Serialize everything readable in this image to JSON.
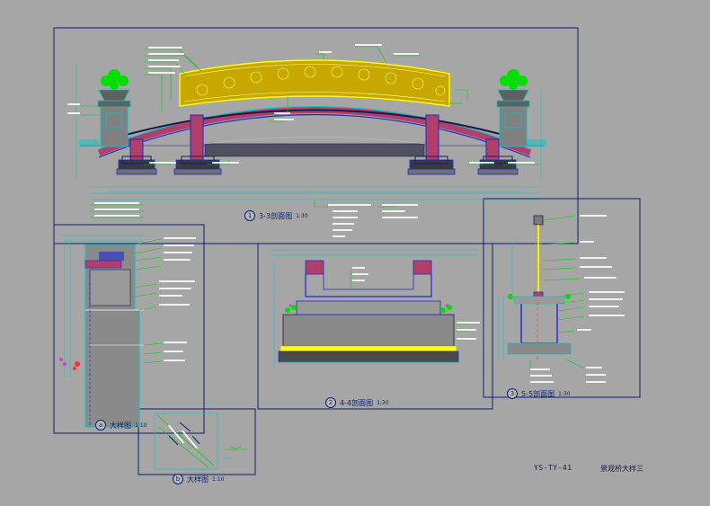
{
  "drawing": {
    "sheet_code": "YS-TY-41",
    "sheet_title": "景观桥大样三"
  },
  "views": [
    {
      "id": "v1",
      "number": "1",
      "title": "3-3剖面图",
      "scale": "1:30"
    },
    {
      "id": "v2",
      "number": "2",
      "title": "4-4剖面图",
      "scale": "1:30"
    },
    {
      "id": "v3",
      "number": "3",
      "title": "5-5剖面图",
      "scale": "1:30"
    },
    {
      "id": "v4",
      "number": "a",
      "title": "大样图",
      "scale": "1:10"
    },
    {
      "id": "v5",
      "number": "b",
      "title": "大样图",
      "scale": "1:10"
    }
  ],
  "colors": {
    "background": "#a6a6a6",
    "frame": "#0b1f70",
    "dimension": "#00c8c8",
    "leader": "#00d000",
    "railing": "#ffff00",
    "masonry": "#b0406a",
    "structure": "#1a2ad0"
  }
}
